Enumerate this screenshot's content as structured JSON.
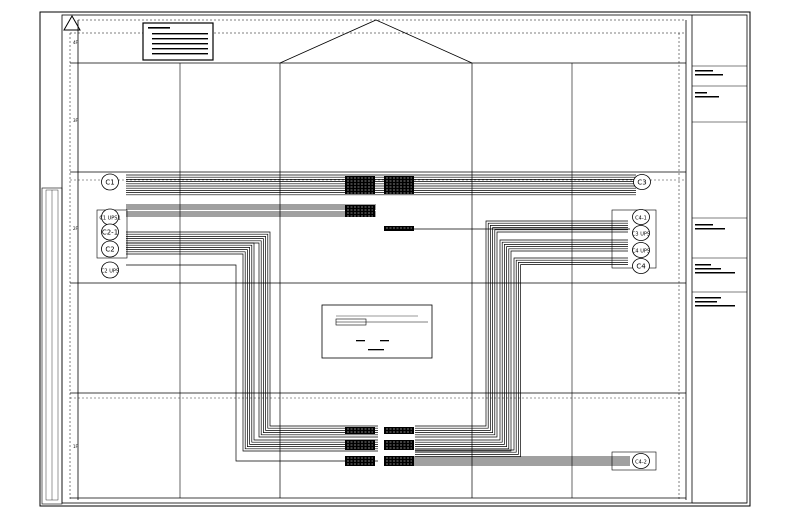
{
  "drawing": {
    "title": "Cable routing drawing",
    "legend_header": "",
    "legend_lines": [
      "",
      "",
      "",
      "",
      ""
    ],
    "details_caption": ""
  },
  "circuits": {
    "left": [
      "C1",
      "C1 UPS1",
      "C2-1",
      "C2",
      "C2 UPS"
    ],
    "right": [
      "C3",
      "C4-1",
      "C3 UPS",
      "C4 UPS",
      "C4",
      "C4-2"
    ]
  },
  "floors": {
    "labels": [
      "4F",
      "3F",
      "2F",
      "1F"
    ]
  },
  "title_block": {
    "rows": [
      {
        "label": "",
        "value": ""
      },
      {
        "label": "",
        "value": ""
      },
      {
        "label": "",
        "value": ""
      },
      {
        "label": "",
        "value": ""
      },
      {
        "label": "",
        "value": ""
      }
    ]
  },
  "detail_marks": [
    "",
    "",
    ""
  ]
}
